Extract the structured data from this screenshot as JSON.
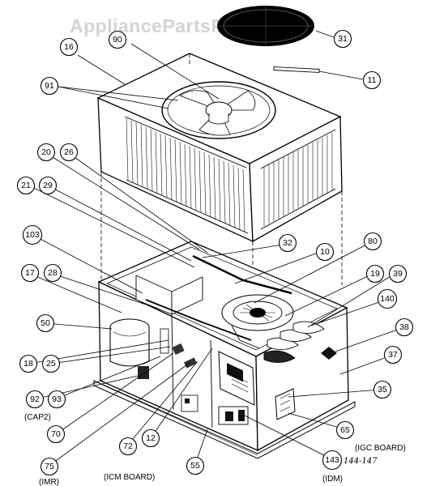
{
  "watermark": "AppliancePartsPros.com",
  "callouts": [
    "31",
    "90",
    "16",
    "11",
    "91",
    "20",
    "26",
    "21",
    "29",
    "103",
    "32",
    "10",
    "80",
    "17",
    "28",
    "19",
    "39",
    "140",
    "50",
    "38",
    "37",
    "18",
    "25",
    "35",
    "92",
    "93",
    "70",
    "65",
    "12",
    "72",
    "75",
    "55",
    "143"
  ],
  "captions": {
    "cap2": "(CAP2)",
    "icm_board": "(ICM BOARD)",
    "imr": "(IMR)",
    "igc_board": "(IGC BOARD)",
    "idm": "(IDM)"
  },
  "handwritten_note": "144-147"
}
